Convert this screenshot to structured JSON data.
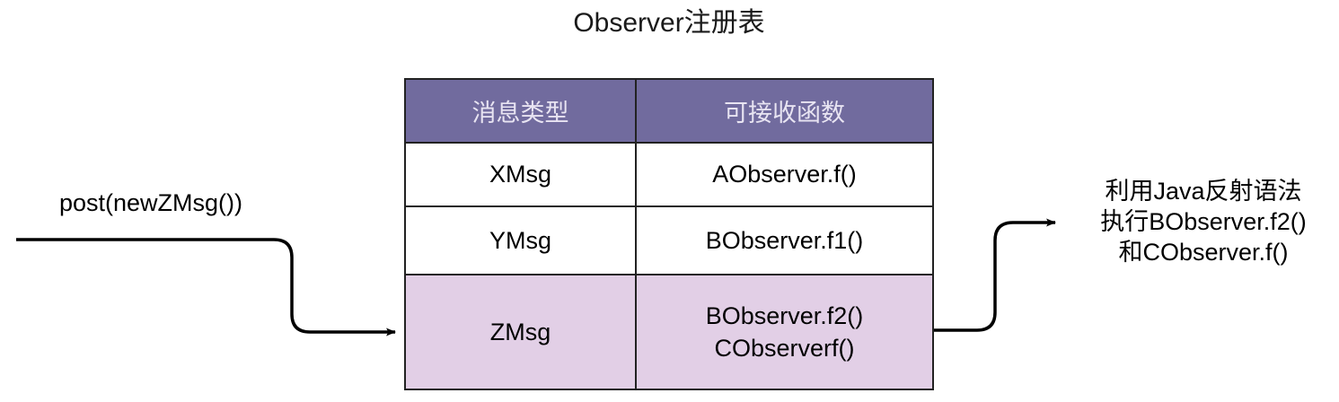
{
  "diagram": {
    "title": "Observer注册表",
    "table": {
      "headers": [
        "消息类型",
        "可接收函数"
      ],
      "rows": [
        {
          "type": "XMsg",
          "functions": [
            "AObserver.f()"
          ],
          "highlighted": false
        },
        {
          "type": "YMsg",
          "functions": [
            "BObserver.f1()"
          ],
          "highlighted": false
        },
        {
          "type": "ZMsg",
          "functions": [
            "BObserver.f2()",
            "CObserverf()"
          ],
          "highlighted": true
        }
      ]
    },
    "input_flow": {
      "label": "post(newZMsg())",
      "arrow_name": "post-message-arrow"
    },
    "output_flow": {
      "lines": [
        "利用Java反射语法",
        "执行BObserver.f2()",
        "和CObserver.f()"
      ],
      "arrow_name": "reflection-dispatch-arrow"
    },
    "colors": {
      "header_background": "#716B9E",
      "header_text": "#E8E4F2",
      "highlight_row": "#E2CFE6",
      "border": "#222222",
      "arrow": "#000000",
      "page_background": "#FFFFFF"
    }
  }
}
